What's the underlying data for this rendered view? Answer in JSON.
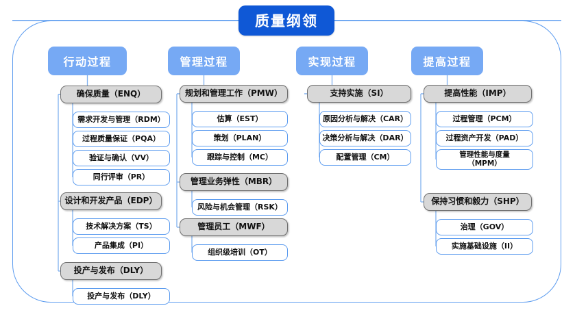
{
  "diagram": {
    "title": "质量纲领",
    "frame_color": "#5b9bef",
    "title_color": "#0f58d6",
    "header_color": "#76a9f4",
    "group_color": "#d8d8d8",
    "leaf_border_color": "#5b9bef"
  },
  "columns": [
    {
      "header": "行动过程",
      "groups": [
        {
          "label": "确保质量（ENQ）",
          "children": [
            "需求开发与管理（RDM）",
            "过程质量保证（PQA）",
            "验证与确认（VV）",
            "同行评审（PR）"
          ]
        },
        {
          "label": "设计和开发产品（EDP）",
          "children": [
            "技术解决方案（TS）",
            "产品集成（PI）"
          ]
        },
        {
          "label": "投产与发布（DLY）",
          "children": [
            "投产与发布（DLY）"
          ]
        }
      ]
    },
    {
      "header": "管理过程",
      "groups": [
        {
          "label": "规划和管理工作（PMW）",
          "children": [
            "估算（EST）",
            "策划（PLAN）",
            "跟踪与控制（MC）"
          ]
        },
        {
          "label": "管理业务弹性（MBR）",
          "children": [
            "风险与机会管理（RSK）"
          ]
        },
        {
          "label": "管理员工（MWF）",
          "children": [
            "组织级培训（OT）"
          ]
        }
      ]
    },
    {
      "header": "实现过程",
      "groups": [
        {
          "label": "支持实施（SI）",
          "children": [
            "原因分析与解决（CAR）",
            "决策分析与解决（DAR）",
            "配置管理（CM）"
          ]
        }
      ]
    },
    {
      "header": "提高过程",
      "groups": [
        {
          "label": "提高性能（IMP）",
          "children": [
            "过程管理（PCM）",
            "过程资产开发（PAD）",
            "管理性能与度量\n（MPM）"
          ]
        },
        {
          "label": "保持习惯和毅力（SHP）",
          "children": [
            "治理（GOV）",
            "实施基础设施（II）"
          ]
        }
      ]
    }
  ]
}
